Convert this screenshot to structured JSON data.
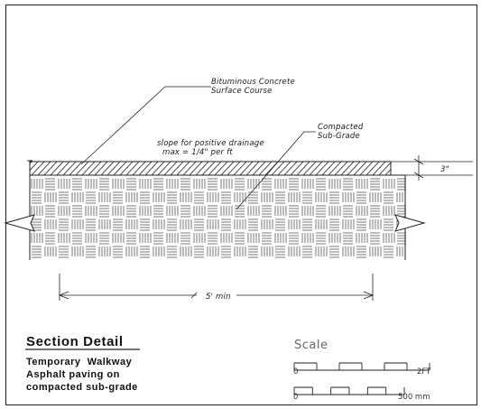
{
  "callouts": {
    "surface_course": [
      "Bituminous Concrete",
      "Surface Course"
    ],
    "subgrade": [
      "Compacted",
      "Sub-Grade"
    ],
    "slope": [
      "slope for positive drainage",
      "max = 1/4\" per ft"
    ],
    "thickness": "3\"",
    "width": "5' min"
  },
  "title_block": {
    "heading": "Section Detail",
    "lines": [
      "Temporary  Walkway",
      "Asphalt paving on",
      "compacted sub-grade"
    ]
  },
  "scale": {
    "title": "Scale",
    "imperial": {
      "start": "0",
      "end": "2FT"
    },
    "metric": {
      "start": "0",
      "end": "500 mm"
    }
  }
}
